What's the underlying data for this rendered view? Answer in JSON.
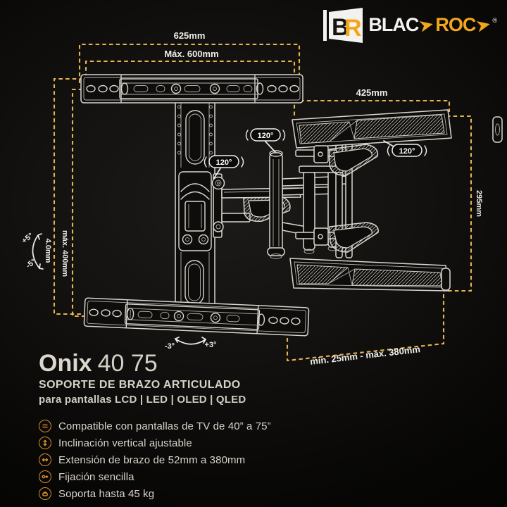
{
  "logo": {
    "mark_b": "B",
    "mark_r": "R",
    "brand_white": "BLAC",
    "brand_yellow": "ROC",
    "registered": "®"
  },
  "product": {
    "name": "Onix",
    "range": "40 75",
    "type": "SOPORTE DE BRAZO ARTICULADO",
    "screens": "para pantallas LCD | LED | OLED | QLED"
  },
  "features": [
    {
      "icon": "screen-lines-icon",
      "text": "Compatible con pantallas de TV de 40” a 75”"
    },
    {
      "icon": "vertical-tilt-icon",
      "text": "Inclinación vertical ajustable"
    },
    {
      "icon": "arm-extension-icon",
      "text": "Extensión de brazo de 52mm a 380mm"
    },
    {
      "icon": "easy-fix-icon",
      "text": "Fijación sencilla"
    },
    {
      "icon": "weight-capacity-icon",
      "text": "Soporta hasta 45 kg"
    }
  ],
  "dims": {
    "rail_width": "625mm",
    "rail_width_max": "Máx. 600mm",
    "bracket_width": "425mm",
    "bracket_height": "295mm",
    "vertical_travel": "máx. 400mm",
    "plate_thickness": "4.0mm",
    "tilt_up": "+5°",
    "tilt_down": "-5°",
    "swivel_minus": "-3°",
    "swivel_plus": "+3°",
    "extension_range": "min. 25mm - máx. 380mm",
    "swivel_angle": "120°"
  },
  "colors": {
    "accent_yellow": "#F2A71B",
    "dash_yellow": "#E5B54F",
    "icon_orange": "#D98E2B",
    "line_art": "#D9D6CE",
    "background": "#0B0B0A"
  }
}
